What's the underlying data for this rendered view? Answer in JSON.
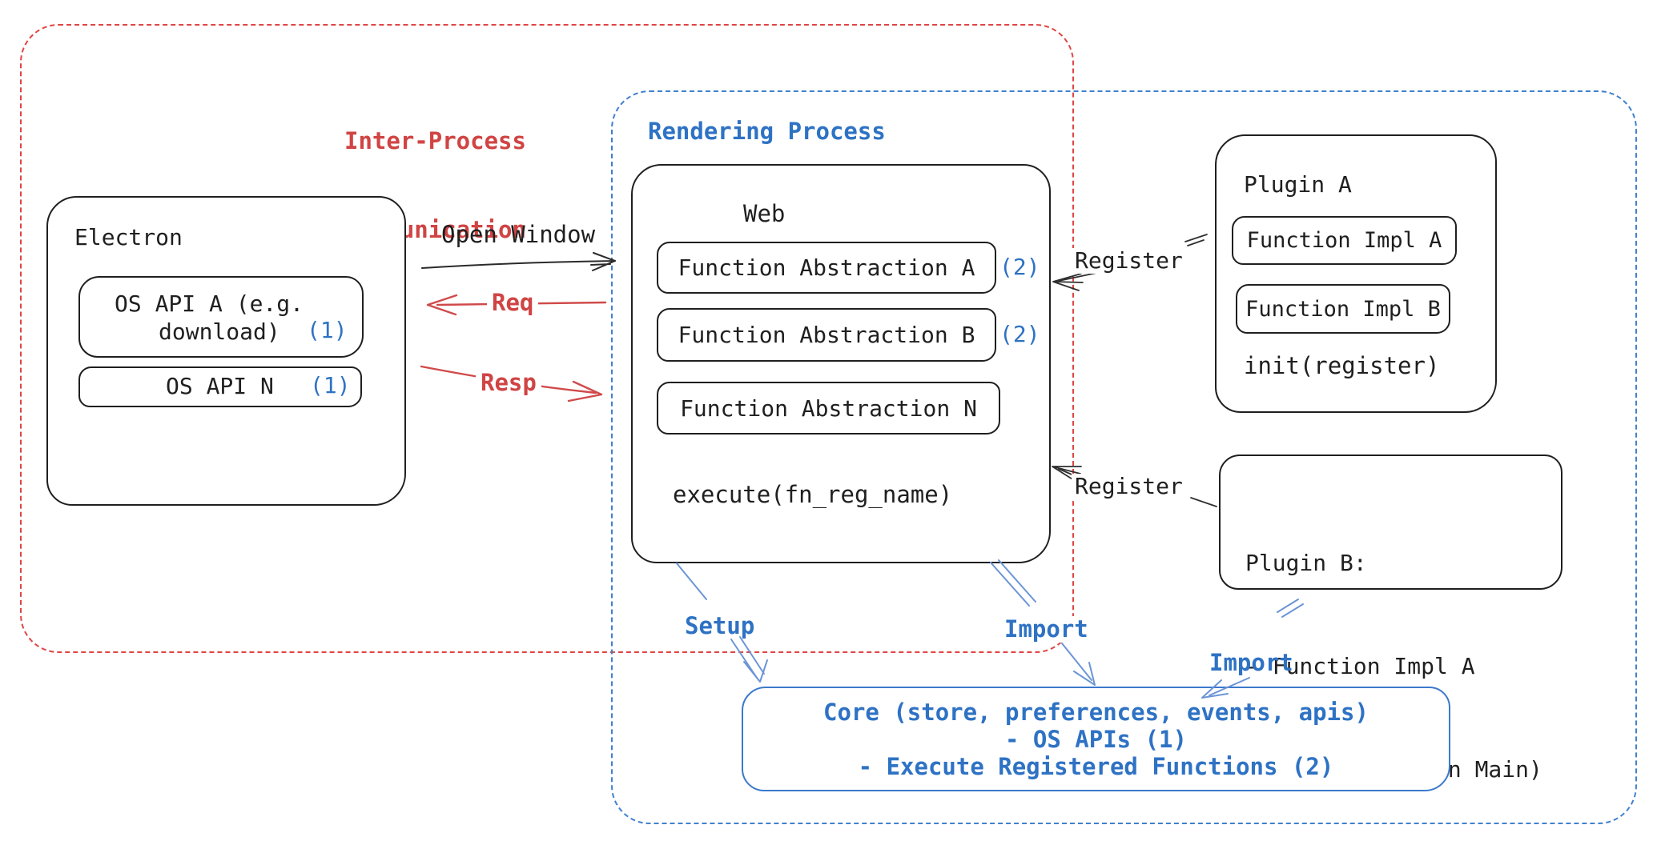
{
  "ipc": {
    "line1": "Inter-Process",
    "line2": "Communication"
  },
  "rendering": {
    "label": "Rendering Process"
  },
  "electron": {
    "title": "Electron",
    "api_a_line1": "OS API A (e.g.",
    "api_a_line2": "download)",
    "api_a_ref": "(1)",
    "api_n": "OS API N",
    "api_n_ref": "(1)"
  },
  "web": {
    "title": "Web",
    "abstraction_a": "Function Abstraction A",
    "abstraction_a_ref": "(2)",
    "abstraction_b": "Function Abstraction B",
    "abstraction_b_ref": "(2)",
    "abstraction_n": "Function Abstraction N",
    "execute": "execute(fn_reg_name)"
  },
  "plugin_a": {
    "title": "Plugin A",
    "impl_a": "Function Impl A",
    "impl_b": "Function Impl B",
    "init": "init(register)"
  },
  "plugin_b": {
    "title": "Plugin B:",
    "item_1": "- Function Impl A",
    "item_2": "- Module (run on Main)"
  },
  "core": {
    "line1": "Core (store, preferences, events, apis)",
    "line2": "- OS APIs (1)",
    "line3": "- Execute Registered Functions (2)"
  },
  "labels": {
    "open_window": "Open Window",
    "req": "Req",
    "resp": "Resp",
    "register_top": "Register",
    "register_bottom": "Register",
    "setup": "Setup",
    "import_center": "Import",
    "import_right": "Import"
  },
  "colors": {
    "region_red": "#e04545",
    "region_blue": "#4080d0",
    "text_red": "#d04444",
    "text_blue": "#2e72c4",
    "arrow_blue": "#6b95d6",
    "ink": "#1f1f1f"
  }
}
